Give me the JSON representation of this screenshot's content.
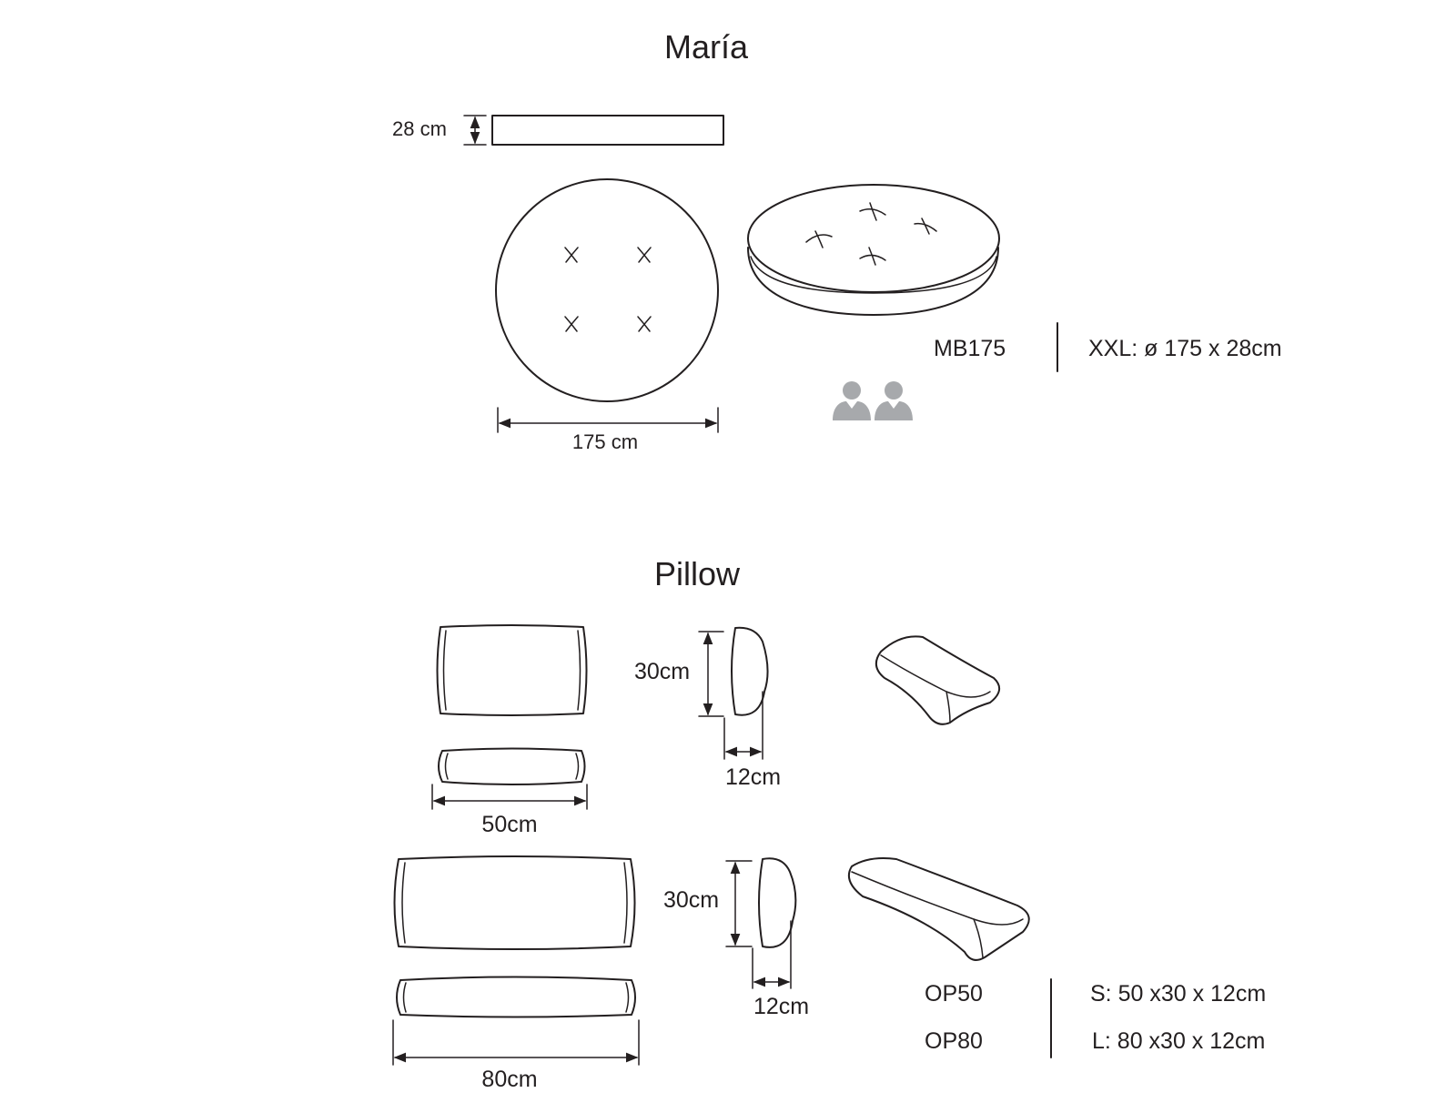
{
  "sections": {
    "maria": {
      "title": "María",
      "height_label": "28 cm",
      "diameter_label": "175 cm",
      "product_code": "MB175",
      "product_spec": "XXL: ø 175 x 28cm",
      "persons_icon": "two-persons-icon"
    },
    "pillow": {
      "title": "Pillow",
      "small": {
        "height_label": "30cm",
        "depth_label": "12cm",
        "width_label": "50cm"
      },
      "large": {
        "height_label": "30cm",
        "depth_label": "12cm",
        "width_label": "80cm"
      },
      "products": [
        {
          "code": "OP50",
          "spec": "S: 50 x30 x 12cm"
        },
        {
          "code": "OP80",
          "spec": "L: 80 x30 x 12cm"
        }
      ]
    }
  },
  "colors": {
    "line": "#231f20",
    "person_icon": "#a7a9ac",
    "background": "#ffffff"
  }
}
